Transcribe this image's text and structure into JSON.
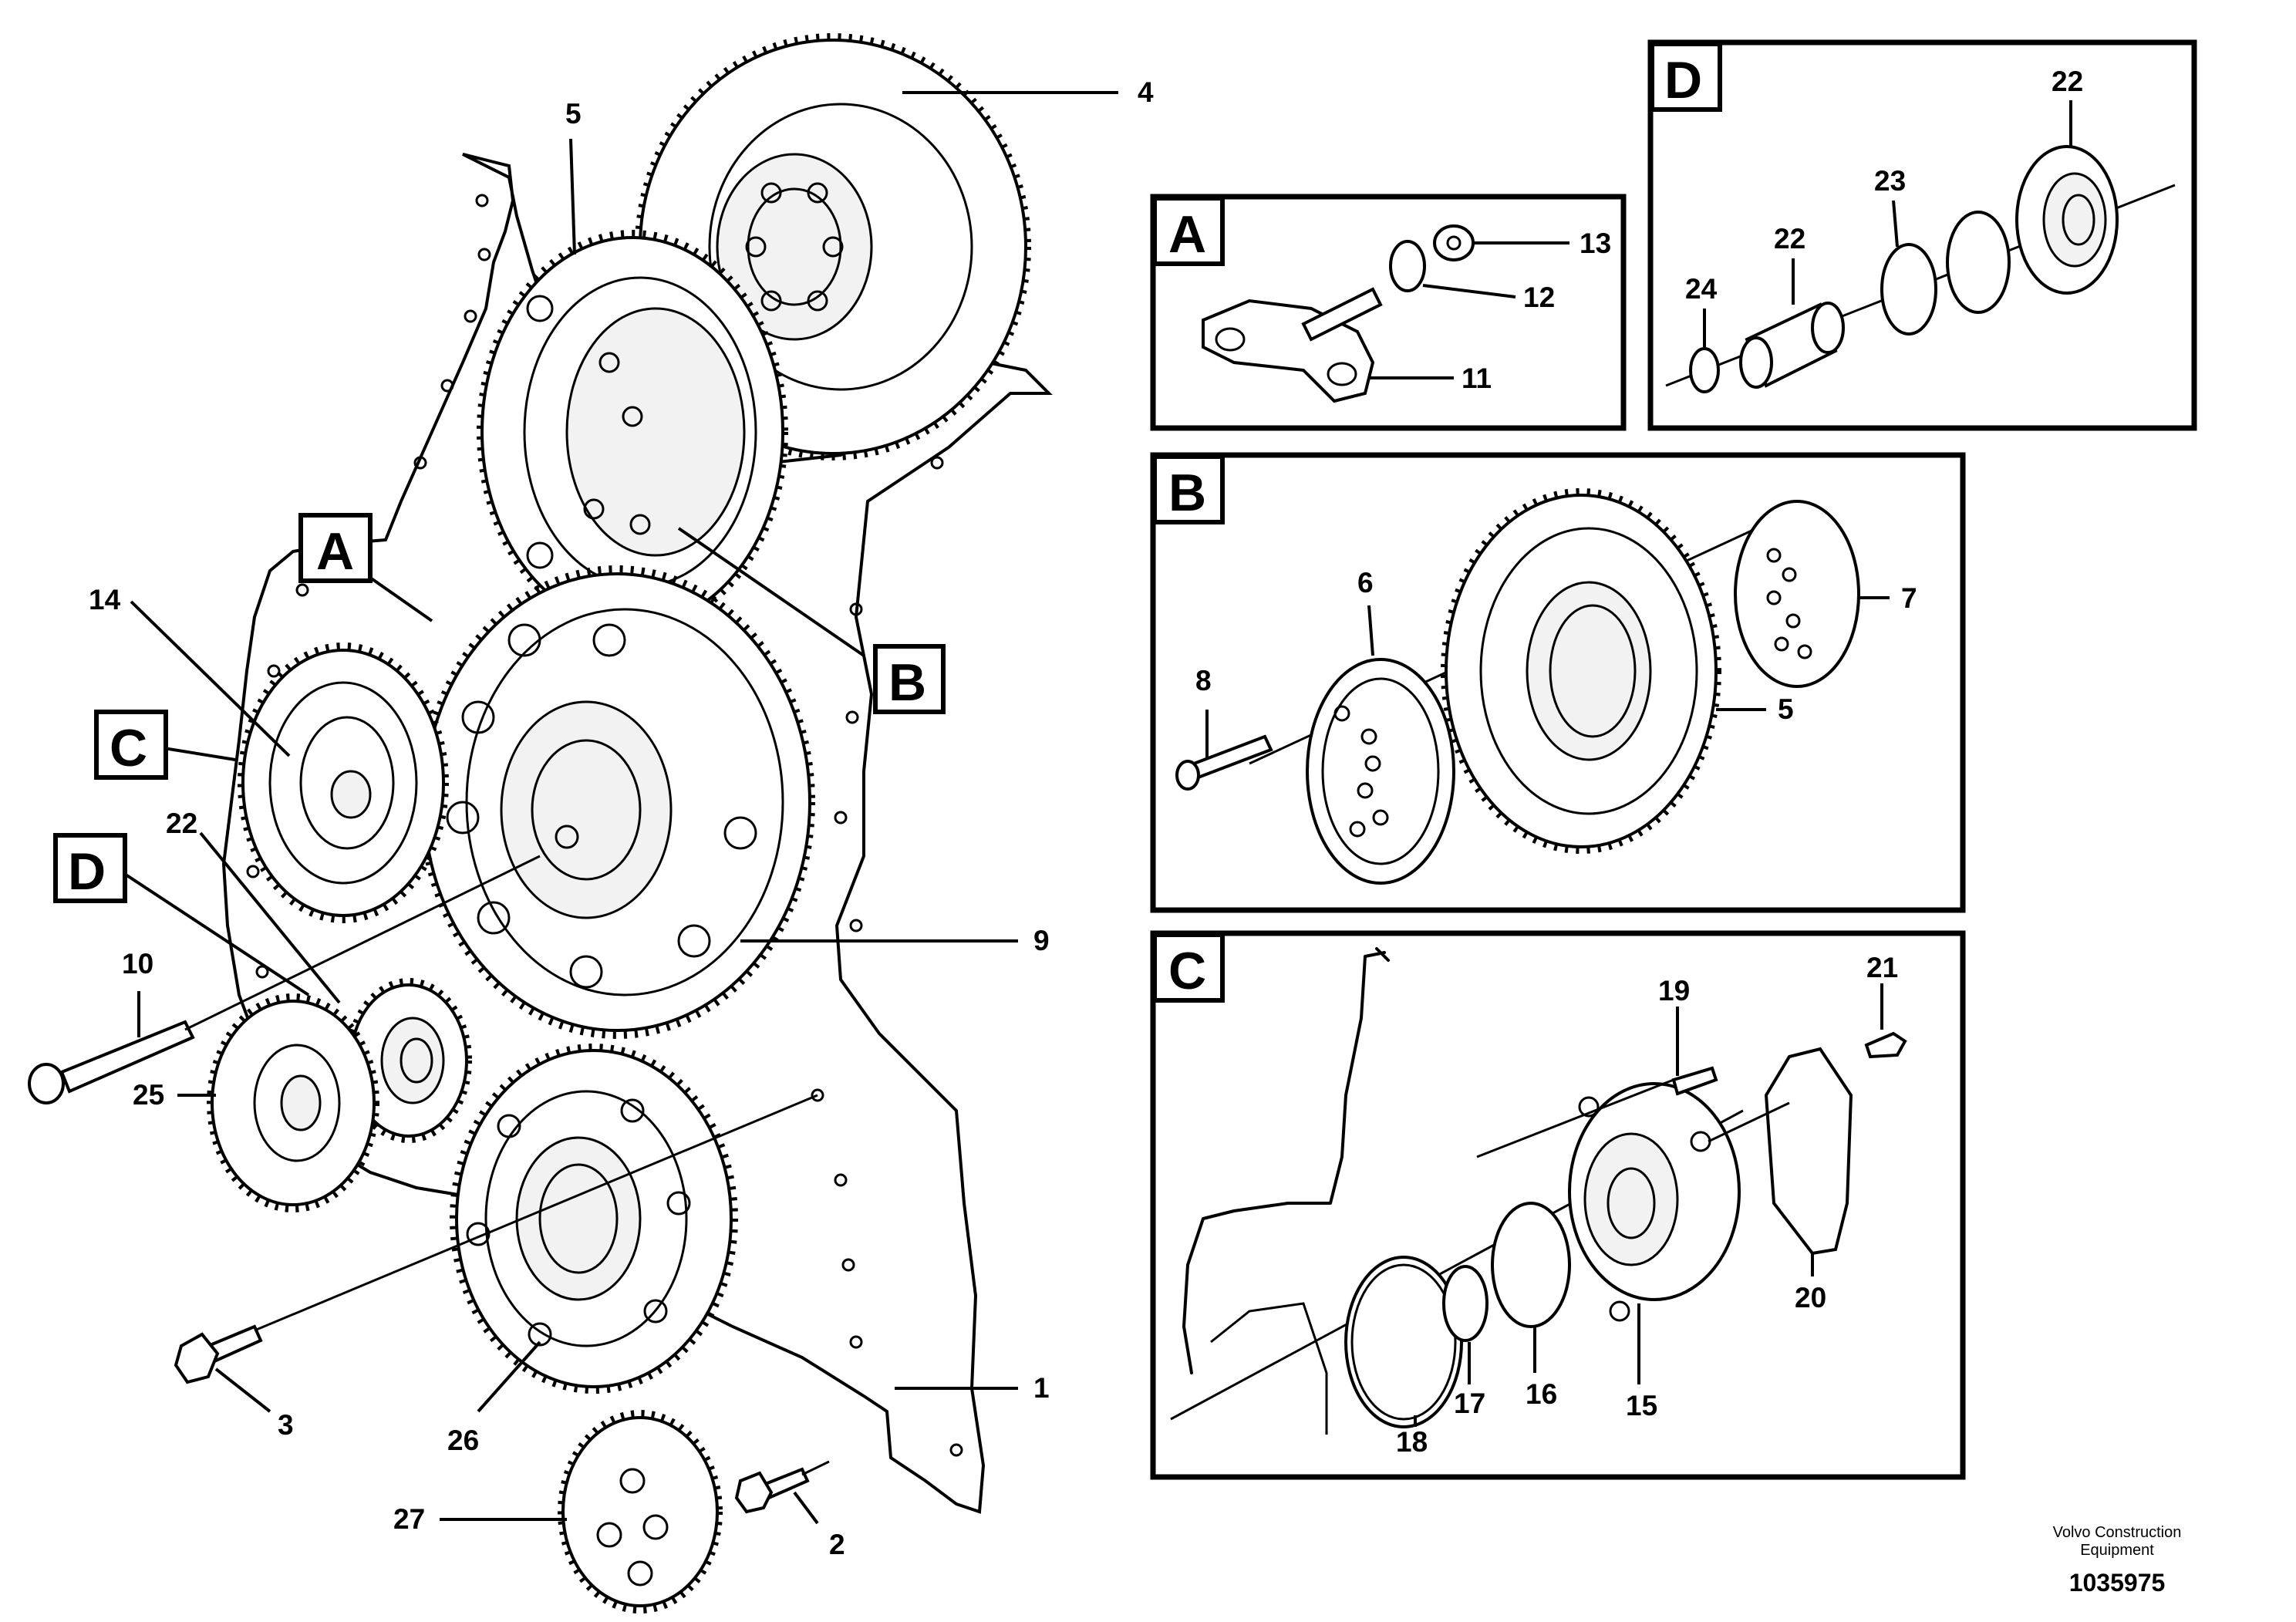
{
  "callouts": {
    "c1": "1",
    "c2": "2",
    "c3": "3",
    "c4": "4",
    "c5": "5",
    "c9": "9",
    "c10": "10",
    "c14": "14",
    "c22": "22",
    "c25": "25",
    "c26": "26",
    "c27": "27",
    "a11": "11",
    "a12": "12",
    "a13": "13",
    "b5": "5",
    "b6": "6",
    "b7": "7",
    "b8": "8",
    "c15": "15",
    "c16": "16",
    "c17": "17",
    "c18": "18",
    "c19": "19",
    "c20": "20",
    "c21": "21",
    "d22a": "22",
    "d22b": "22",
    "d23": "23",
    "d24": "24"
  },
  "detail_labels": {
    "A": "A",
    "B": "B",
    "C": "C",
    "D": "D"
  },
  "footer": {
    "brand_line1": "Volvo Construction",
    "brand_line2": "Equipment",
    "doc_number": "1035975"
  }
}
